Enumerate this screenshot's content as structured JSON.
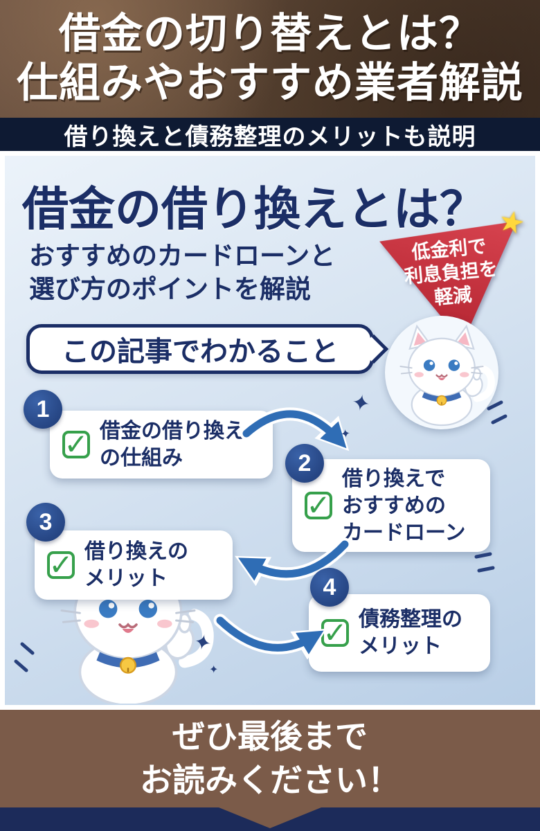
{
  "colors": {
    "header_brown": "#55402f",
    "bar_navy": "#0e1a33",
    "panel_blue_top": "#ecf3fa",
    "panel_blue_bottom": "#b8cee6",
    "navy_text": "#1b2e66",
    "badge_red": "#c5303a",
    "star_yellow": "#ffd83d",
    "check_green": "#36a04b",
    "arrow_blue": "#2f6db5",
    "footer_brown": "#7b5b49",
    "strip_navy": "#1c2b5a"
  },
  "header": {
    "title_line1": "借金の切り替えとは？",
    "title_line2": "仕組みやおすすめ業者解説",
    "subtitle_bar": "借り換えと債務整理のメリットも説明"
  },
  "main": {
    "title": "借金の借り換えとは？",
    "subtitle": "おすすめのカードローンと\n選び方のポイントを解説",
    "badge_text": "低金利で\n利息負担を\n軽減",
    "bubble_label": "この記事でわかること",
    "items": [
      {
        "number": "1",
        "label": "借金の借り換え\nの仕組み"
      },
      {
        "number": "2",
        "label": "借り換えで\nおすすめの\nカードローン"
      },
      {
        "number": "3",
        "label": "借り換えの\nメリット"
      },
      {
        "number": "4",
        "label": "債務整理の\nメリット"
      }
    ]
  },
  "icons": {
    "star": "★",
    "check": "✓",
    "sparkle": "✦"
  },
  "footer": {
    "line1": "ぜひ最後まで",
    "line2": "お読みください！"
  }
}
